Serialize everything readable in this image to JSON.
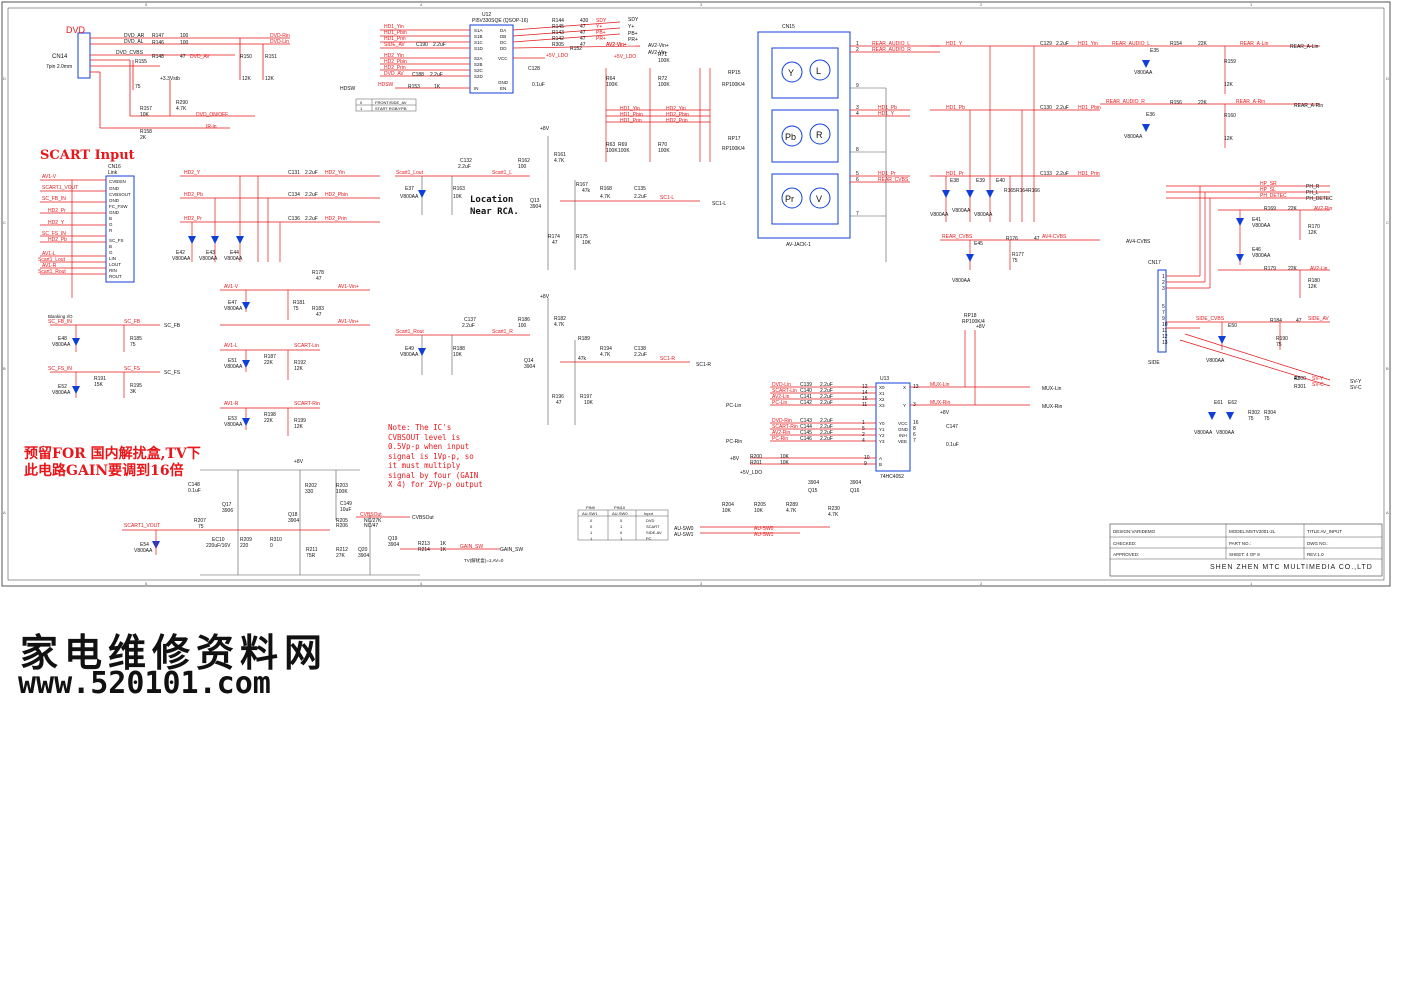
{
  "headings": {
    "dvd": "DVD",
    "scart_input": "SCART Input",
    "location_note": [
      "Location",
      "Near RCA."
    ],
    "note_en": [
      "Note: The IC's",
      "CVBSOUT level is",
      "0.5Vp-p when input",
      "signal is 1Vp-p, so",
      "it must multiply",
      "signal by four (GAIN",
      "X 4) for 2Vp-p output"
    ],
    "note_cn": [
      "预留FOR 国内解扰盒,TV下",
      "此电路GAIN要调到16倍"
    ]
  },
  "title_block": {
    "design": "DESIGN:VARIDEMO",
    "checked": "CHECKED:",
    "approved": "APPROVED:",
    "model": "MODEL:MSTV2001-2L",
    "title": "TITLE:AV_INPUT",
    "part_no": "PART NO.:",
    "dwg_no": "DWG NO.:",
    "sheet": "SHEET:    4  OF   8",
    "rev": "REV:1.0",
    "company": "SHEN ZHEN MTC MULTIMEDIA CO.,LTD"
  },
  "watermark": {
    "cn": "家电维修资料网",
    "url": "www.520101.com"
  },
  "components": {
    "ic": [
      {
        "ref": "U12",
        "part": "PI5V330SQE (QSOP-16)"
      },
      {
        "ref": "U13",
        "part": "74HC4052"
      }
    ],
    "connectors": [
      {
        "ref": "CN14",
        "desc": "7pin 2.0mm"
      },
      {
        "ref": "CN15",
        "desc": "AV-JACK-1"
      },
      {
        "ref": "CN16",
        "desc": "Link"
      },
      {
        "ref": "CN17",
        "desc": "SIDE"
      }
    ],
    "net_labels": [
      "DVD_AR",
      "DVD_AL",
      "DVD_CVBS",
      "DVD-Rin",
      "DVD-Lin",
      "DVD_AV",
      "DVD_ON/OFF",
      "IR-in",
      "HD1_Yin",
      "HD1_Pbin",
      "HD1_Prin",
      "SIDE_AV",
      "HD2_Yin",
      "HD2_Pbin",
      "HD2_Prin",
      "SDY",
      "Y+",
      "PB+",
      "PR+",
      "AV2-Vin+",
      "+5V_LDO",
      "REAR_AUDIO_L",
      "REAR_AUDIO_R",
      "HD1_Pb",
      "HD1_Y",
      "HD1_Pr",
      "REAR_CVBS",
      "REAR_A-Lin",
      "REAR_A-Rin",
      "HP_SR",
      "HP_SL",
      "PH_DETEC",
      "AV2-Rin",
      "AV2-Lin",
      "AV4-CVBS",
      "SIDE_CVBS",
      "SV-Y",
      "SV-C",
      "MUX-Lin",
      "MUX-Rin",
      "PC-Lin",
      "PC-Rin",
      "AU-SW0",
      "AU-SW1",
      "SC1-L",
      "SC1-R",
      "SC_FB",
      "SC_FS",
      "SCART-Lin",
      "SCART-Rin",
      "AV1-Vin+",
      "CVBSOut",
      "GAIN_SW",
      "SCART1_VOUT",
      "+8V",
      "+3.3Vstb",
      "HDSW",
      "Scart1_Lout",
      "Scart1_Rout"
    ]
  },
  "side_table": {
    "headers": [
      "AU-SW1",
      "AU-SW0",
      "Input"
    ],
    "rows": [
      [
        "0",
        "0",
        "DVD"
      ],
      [
        "0",
        "1",
        "SCART"
      ],
      [
        "1",
        "0",
        "SIDE-AV"
      ],
      [
        "1",
        "1",
        "PC"
      ]
    ]
  },
  "hdsw_table": {
    "rows": [
      [
        "0",
        "FRONT/SIDE_AV"
      ],
      [
        "1",
        "START RGB/YPB"
      ]
    ]
  },
  "colors": {
    "wire": "#e8161a",
    "symbol": "#0f3fd8",
    "label": "#111111",
    "frame": "#555555"
  }
}
